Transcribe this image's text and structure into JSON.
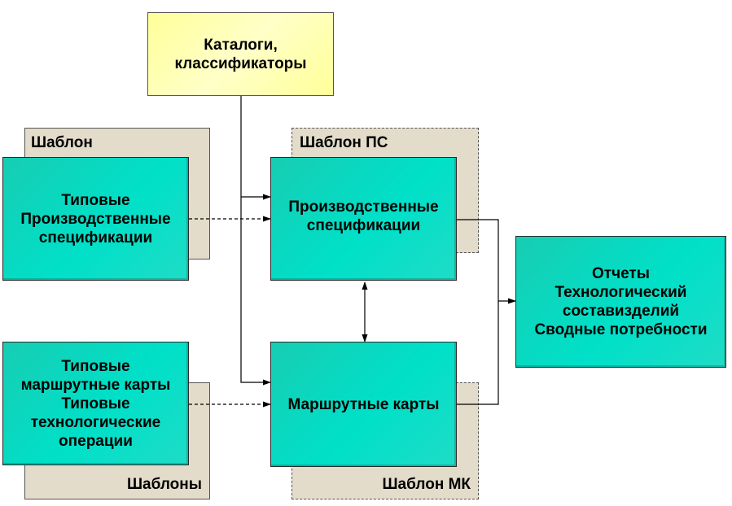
{
  "catalogs": {
    "lines": [
      "Каталоги,",
      "классификаторы"
    ]
  },
  "template_typical_label": "Шаблон",
  "typical_specs": {
    "lines": [
      "Типовые",
      "Производственные",
      "спецификации"
    ]
  },
  "template_ps_label": "Шаблон ПС",
  "production_specs": {
    "lines": [
      "Производственные",
      "спецификации"
    ]
  },
  "templates_label": "Шаблоны",
  "typical_routes": {
    "lines": [
      "Типовые",
      "маршрутные карты",
      "Типовые",
      "технологические",
      "операции"
    ]
  },
  "template_mk_label": "Шаблон МК",
  "route_cards": {
    "lines": [
      "Маршрутные карты"
    ]
  },
  "reports": {
    "lines": [
      "Отчеты",
      "Технологический",
      "составизделий",
      "Сводные потребности"
    ]
  }
}
